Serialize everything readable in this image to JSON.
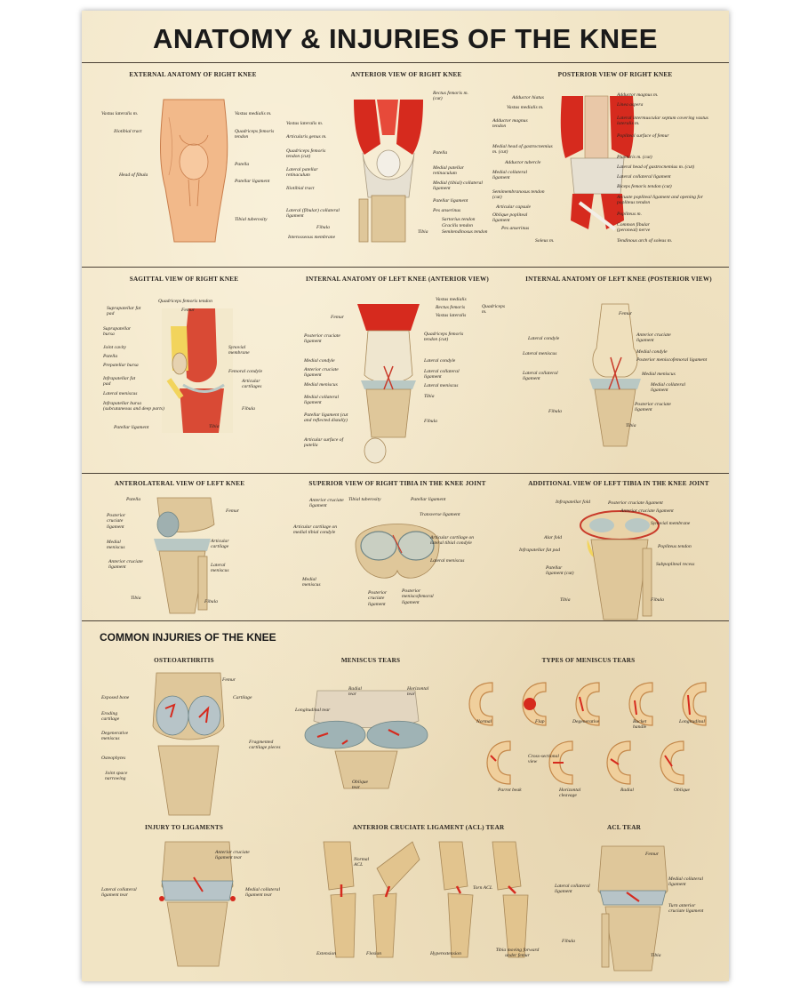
{
  "title": "ANATOMY & INJURIES OF THE KNEE",
  "injuries_heading": "COMMON INJURIES OF THE KNEE",
  "colors": {
    "parchment": "#f1e4c4",
    "bone": "#dfc79a",
    "muscle": "#d62a1e",
    "ink": "#2a2520",
    "cartilage": "#b9c8c4"
  },
  "panels": [
    {
      "id": "external",
      "heading": "EXTERNAL ANATOMY OF RIGHT KNEE",
      "labels": [
        "Vastus lateralis m.",
        "Vastus medialis m.",
        "Iliotibial tract",
        "Quadriceps femoris tendon",
        "Patella",
        "Head of fibula",
        "Patellar ligament",
        "Tibial tuberosity"
      ]
    },
    {
      "id": "anterior",
      "heading": "ANTERIOR VIEW OF RIGHT KNEE",
      "labels": [
        "Rectus femoris m. (cut)",
        "Vastus lateralis m.",
        "Articularis genus m.",
        "Quadriceps femoris tendon (cut)",
        "Patella",
        "Lateral patellar retinaculum",
        "Medial patellar retinaculum",
        "Iliotibial tract",
        "Medial (tibial) collateral ligament",
        "Patellar ligament",
        "Lateral (fibular) collateral ligament",
        "Pes anserinus",
        "Fibula",
        "Tibia",
        "Sartorius tendon",
        "Gracilis tendon",
        "Semitendinosus tendon",
        "Interosseous membrane"
      ]
    },
    {
      "id": "posterior",
      "heading": "POSTERIOR VIEW OF RIGHT KNEE",
      "labels": [
        "Adductor hiatus",
        "Adductor magnus m.",
        "Vastus medialis m.",
        "Linea aspera",
        "Adductor magnus tendon",
        "Lateral intermuscular septum covering vastus lateralis m.",
        "Popliteal surface of femur",
        "Medial head of gastrocnemius m. (cut)",
        "Plantaris m. (cut)",
        "Adductor tubercle",
        "Lateral head of gastrocnemius m. (cut)",
        "Medial collateral ligament",
        "Lateral collateral ligament",
        "Biceps femoris tendon (cut)",
        "Semimembranosus tendon (cut)",
        "Arcuate popliteal ligament and opening for popliteus tendon",
        "Articular capsule",
        "Oblique popliteal ligament",
        "Popliteus m.",
        "Pes anserinus",
        "Common fibular (peroneal) nerve",
        "Soleus m.",
        "Tendinous arch of soleus m."
      ]
    },
    {
      "id": "sagittal",
      "heading": "SAGITTAL VIEW OF RIGHT KNEE",
      "labels": [
        "Quadriceps femoris tendon",
        "Suprapatellar fat pad",
        "Femur",
        "Suprapatellar bursa",
        "Joint cavity",
        "Synovial membrane",
        "Patella",
        "Prepatellar bursa",
        "Femoral condyle",
        "Infrapatellar fat pad",
        "Articular cartilages",
        "Lateral meniscus",
        "Infrapatellar bursa (subcutaneous and deep parts)",
        "Fibula",
        "Tibia",
        "Patellar ligament"
      ]
    },
    {
      "id": "internal-anterior",
      "heading": "INTERNAL ANATOMY OF LEFT KNEE (ANTERIOR VIEW)",
      "labels": [
        "Vastus medialis",
        "Rectus femoris",
        "Vastus lateralis",
        "Quadriceps m.",
        "Femur",
        "Posterior cruciate ligament",
        "Quadriceps femoris tendon (cut)",
        "Medial condyle",
        "Lateral condyle",
        "Anterior cruciate ligament",
        "Lateral collateral ligament",
        "Medial meniscus",
        "Lateral meniscus",
        "Medial collateral ligament",
        "Tibia",
        "Patellar ligament (cut and reflected distally)",
        "Fibula",
        "Articular surface of patella"
      ]
    },
    {
      "id": "internal-posterior",
      "heading": "INTERNAL ANATOMY OF LEFT KNEE (POSTERIOR VIEW)",
      "labels": [
        "Femur",
        "Lateral condyle",
        "Anterior cruciate ligament",
        "Medial condyle",
        "Lateral meniscus",
        "Posterior meniscofemoral ligament",
        "Medial meniscus",
        "Lateral collateral ligament",
        "Medial collateral ligament",
        "Posterior cruciate ligament",
        "Fibula",
        "Tibia"
      ]
    },
    {
      "id": "anterolateral",
      "heading": "ANTEROLATERAL VIEW OF LEFT KNEE",
      "labels": [
        "Patella",
        "Femur",
        "Posterior cruciate ligament",
        "Medial meniscus",
        "Articular cartilage",
        "Anterior cruciate ligament",
        "Lateral meniscus",
        "Tibia",
        "Fibula"
      ]
    },
    {
      "id": "superior",
      "heading": "SUPERIOR VIEW OF RIGHT TIBIA IN THE KNEE JOINT",
      "labels": [
        "Anterior cruciate ligament",
        "Tibial tuberosity",
        "Patellar ligament",
        "Transverse ligament",
        "Articular cartilage on medial tibial condyle",
        "Articular cartilage on lateral tibial condyle",
        "Lateral meniscus",
        "Medial meniscus",
        "Posterior cruciate ligament",
        "Posterior meniscofemoral ligament"
      ]
    },
    {
      "id": "additional",
      "heading": "ADDITIONAL VIEW OF LEFT TIBIA IN THE KNEE JOINT",
      "labels": [
        "Infrapatellar fold",
        "Posterior cruciate ligament",
        "Anterior cruciate ligament",
        "Synovial membrane",
        "Alar fold",
        "Infrapatellar fat pad",
        "Popliteus tendon",
        "Subpopliteal recess",
        "Patellar ligament (cut)",
        "Tibia",
        "Fibula"
      ]
    },
    {
      "id": "osteoarthritis",
      "heading": "OSTEOARTHRITIS",
      "labels": [
        "Femur",
        "Exposed bone",
        "Cartilage",
        "Eroding cartilage",
        "Degenerative meniscus",
        "Fragmented cartilage pieces",
        "Osteophytes",
        "Joint space narrowing"
      ]
    },
    {
      "id": "meniscus",
      "heading": "MENISCUS TEARS",
      "labels": [
        "Radial tear",
        "Horizontal tear",
        "Longitudinal tear",
        "Oblique tear"
      ]
    },
    {
      "id": "types",
      "heading": "TYPES OF MENISCUS TEARS",
      "labels": [
        "Normal",
        "Flap",
        "Degenerative",
        "Bucket handle",
        "Longitudinal",
        "Cross-sectional view",
        "Parrot beak",
        "Horizontal cleavage",
        "Radial",
        "Oblique"
      ]
    },
    {
      "id": "ligaments",
      "heading": "INJURY TO LIGAMENTS",
      "labels": [
        "Anterior cruciate ligament tear",
        "Lateral collateral ligament tear",
        "Medial collateral ligament tear"
      ]
    },
    {
      "id": "acl",
      "heading": "ANTERIOR CRUCIATE LIGAMENT (ACL) TEAR",
      "labels": [
        "Normal ACL",
        "Torn ACL",
        "Extension",
        "Flexion",
        "Hyperextension",
        "Tibia moving forward under femur"
      ]
    },
    {
      "id": "acltear",
      "heading": "ACL TEAR",
      "labels": [
        "Femur",
        "Lateral collateral ligament",
        "Medial collateral ligament",
        "Turn anterior cruciate ligament",
        "Fibula",
        "Tibia"
      ]
    }
  ]
}
